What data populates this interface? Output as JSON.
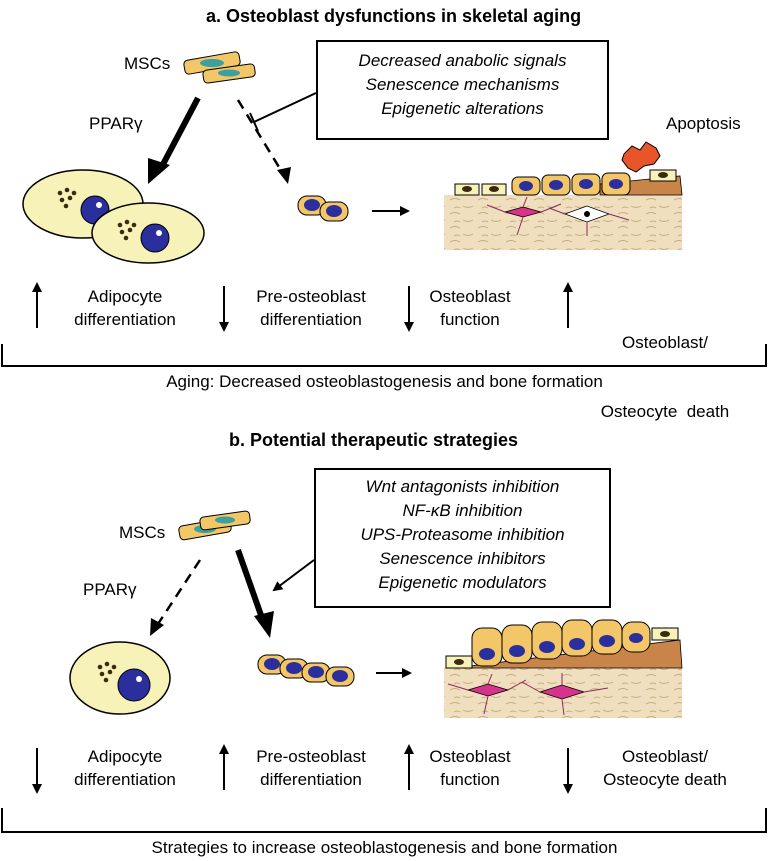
{
  "panel_a": {
    "title": "a. Osteoblast dysfunctions in skeletal aging",
    "mscs_label": "MSCs",
    "pparg_label": "PPARγ",
    "apoptosis_label": "Apoptosis",
    "box_lines": [
      "Decreased anabolic signals",
      "Senescence mechanisms",
      "Epigenetic alterations"
    ],
    "stages": [
      {
        "arrow": "up",
        "line1": "Adipocyte",
        "line2": "differentiation"
      },
      {
        "arrow": "down",
        "line1": "Pre-osteoblast",
        "line2": "differentiation"
      },
      {
        "arrow": "down",
        "line1": "Osteoblast",
        "line2": "function"
      },
      {
        "arrow": "up",
        "line1": "Osteoblast/",
        "line2": "Osteocyte  death"
      }
    ],
    "caption": "Aging: Decreased osteoblastogenesis and bone formation"
  },
  "panel_b": {
    "title": "b. Potential therapeutic strategies",
    "mscs_label": "MSCs",
    "pparg_label": "PPARγ",
    "box_lines": [
      "Wnt antagonists inhibition",
      "NF-κB inhibition",
      "UPS-Proteasome inhibition",
      "Senescence inhibitors",
      "Epigenetic modulators"
    ],
    "stages": [
      {
        "arrow": "down",
        "line1": "Adipocyte",
        "line2": "differentiation"
      },
      {
        "arrow": "up",
        "line1": "Pre-osteoblast",
        "line2": "differentiation"
      },
      {
        "arrow": "up",
        "line1": "Osteoblast",
        "line2": "function"
      },
      {
        "arrow": "down",
        "line1": "Osteoblast/",
        "line2": "Osteocyte death"
      }
    ],
    "caption": "Strategies to increase osteoblastogenesis and bone formation"
  },
  "colors": {
    "cell_fill": "#f3c667",
    "nucleus": "#2b2f9e",
    "adipocyte_fill": "#f7f2b8",
    "bone_matrix": "#efdfbf",
    "osteoid": "#c9844a",
    "osteocyte": "#d6338a",
    "apoptotic": "#e8552a"
  }
}
